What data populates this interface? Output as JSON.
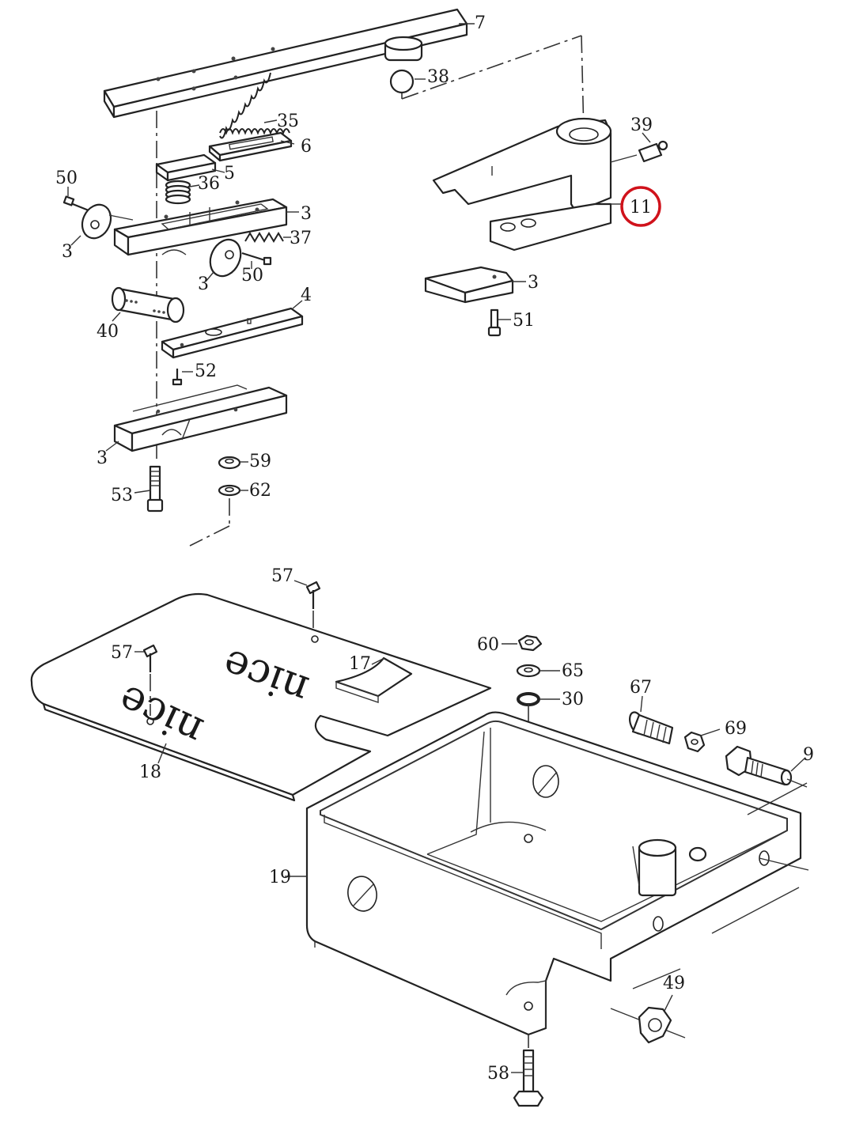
{
  "diagram": {
    "labels": {
      "p7": "7",
      "p38": "38",
      "p35": "35",
      "p6": "6",
      "p5": "5",
      "p36": "36",
      "p50a": "50",
      "p3a": "3",
      "p3b": "3",
      "p37": "37",
      "p3c": "3",
      "p50b": "50",
      "p40": "40",
      "p4": "4",
      "p52": "52",
      "p3d": "3",
      "p59": "59",
      "p62": "62",
      "p53": "53",
      "p39": "39",
      "p11": "11",
      "p3e": "3",
      "p51": "51",
      "p57a": "57",
      "p57b": "57",
      "p17": "17",
      "p18": "18",
      "p60": "60",
      "p65": "65",
      "p30": "30",
      "p67": "67",
      "p69": "69",
      "p9": "9",
      "p19": "19",
      "p49": "49",
      "p58": "58"
    },
    "brand_text": "nice",
    "highlight_color": "#d0121b"
  }
}
